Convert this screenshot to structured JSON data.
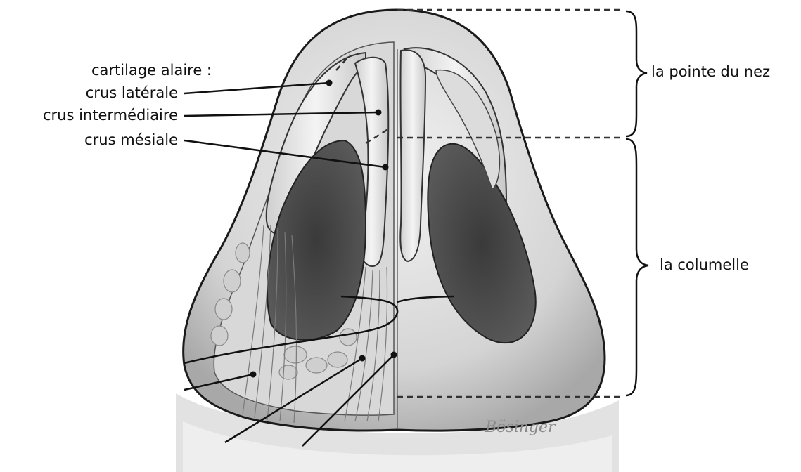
{
  "labels": {
    "cartilage_title": "cartilage alaire :",
    "crus_laterale": "crus latérale",
    "crus_intermediaire": "crus intermédiaire",
    "crus_mesiale": "crus mésiale",
    "pointe_du_nez": "la pointe du nez",
    "columelle": "la columelle"
  },
  "signature": "Bösinger",
  "colors": {
    "line": "#111111",
    "skin_light": "#ececec",
    "skin_mid": "#bdbdbd",
    "nostril": "#4a4a4a",
    "cartilage": "#e6e6e6"
  }
}
